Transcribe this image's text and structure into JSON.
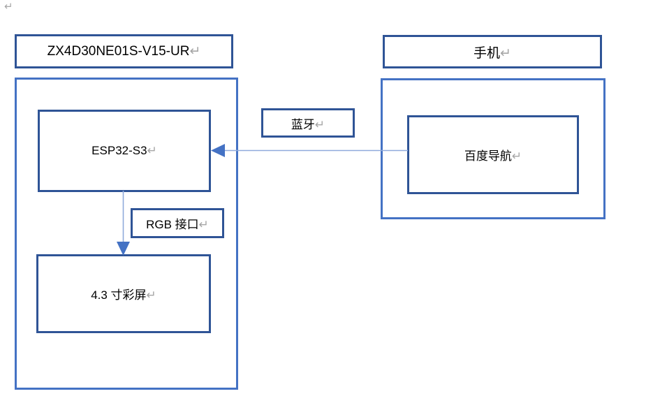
{
  "page": {
    "background_color": "#ffffff",
    "stray_paragraph_mark": "↵"
  },
  "colors": {
    "node_stroke": "#2f5496",
    "container_stroke": "#4472c4",
    "connector_line": "#8faadc",
    "arrow_head": "#4472c4",
    "text": "#000000",
    "paragraph_mark": "#a6a6a6"
  },
  "device": {
    "title": "ZX4D30NE01S-V15-UR",
    "title_mark": "↵",
    "blocks": [
      {
        "label": "ESP32-S3",
        "mark": "↵"
      },
      {
        "label": "4.3 寸彩屏",
        "mark": "↵"
      }
    ],
    "interface_label": "RGB 接口",
    "interface_mark": "↵"
  },
  "phone": {
    "title": "手机",
    "title_mark": "↵",
    "app_label": "百度导航",
    "app_mark": "↵"
  },
  "link": {
    "label": "蓝牙",
    "mark": "↵"
  },
  "connectors": [
    {
      "name": "bluetooth-link",
      "from": "百度导航",
      "to": "ESP32-S3",
      "direction": "right-to-left"
    },
    {
      "name": "rgb-link",
      "from": "ESP32-S3",
      "to": "4.3 寸彩屏",
      "direction": "top-to-bottom"
    }
  ]
}
